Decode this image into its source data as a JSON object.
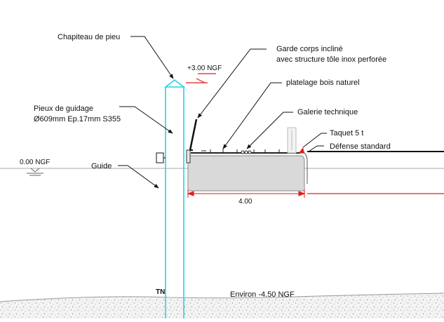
{
  "labels": {
    "chapiteau": "Chapiteau de pieu",
    "level_top": "+3.00 NGF",
    "garde_corps_1": "Garde corps incliné",
    "garde_corps_2": "avec structure tôle inox perforée",
    "platelage": "platelage bois naturel",
    "pieux_1": "Pieux de guidage",
    "pieux_2": "Ø609mm Ep.17mm S355",
    "galerie": "Galerie technique",
    "taquet": "Taquet 5 t",
    "defense": "Défense standard",
    "level_zero": "0.00 NGF",
    "guide": "Guide",
    "dimension": "4.00",
    "tn": "TN",
    "environ": "Environ  -4.50 NGF"
  },
  "colors": {
    "pile": "#22d3e6",
    "red": "#e01e1e",
    "pontoon_fill": "#d9d9d9",
    "pontoon_edge": "#8a8a8a",
    "ink": "#111111",
    "seabed": "#c8c8c8"
  }
}
